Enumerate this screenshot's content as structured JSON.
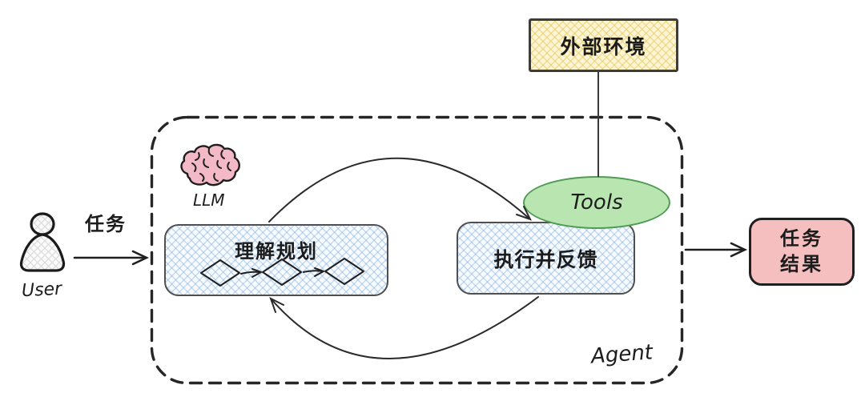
{
  "diagram": {
    "nodes": {
      "external_env": {
        "label": "外部环境"
      },
      "tools": {
        "label": "Tools"
      },
      "llm": {
        "label": "LLM"
      },
      "plan": {
        "label": "理解规划"
      },
      "execute": {
        "label": "执行并反馈"
      },
      "result": {
        "line1": "任务",
        "line2": "结果"
      },
      "agent_box": {
        "label": "Agent"
      },
      "user": {
        "label": "User"
      }
    },
    "edges": {
      "user_to_agent": {
        "label": "任务"
      },
      "plan_to_execute": {
        "label": ""
      },
      "execute_to_plan": {
        "label": ""
      },
      "env_to_tools": {
        "label": ""
      },
      "agent_to_result": {
        "label": ""
      }
    },
    "colors": {
      "external_env_fill": "#fdf5d3",
      "external_env_hatch": "#e6c65e",
      "tools_fill": "#b9e5b1",
      "tools_border": "#519b55",
      "process_box_fill": "#f7fbff",
      "process_box_hatch": "#82afdc",
      "process_box_border": "#4f4f4f",
      "result_fill": "#f5bfbf",
      "result_border": "#1f1f1f",
      "brain_fill": "#f4b9c6",
      "ink": "#242424",
      "background": "#ffffff"
    }
  }
}
